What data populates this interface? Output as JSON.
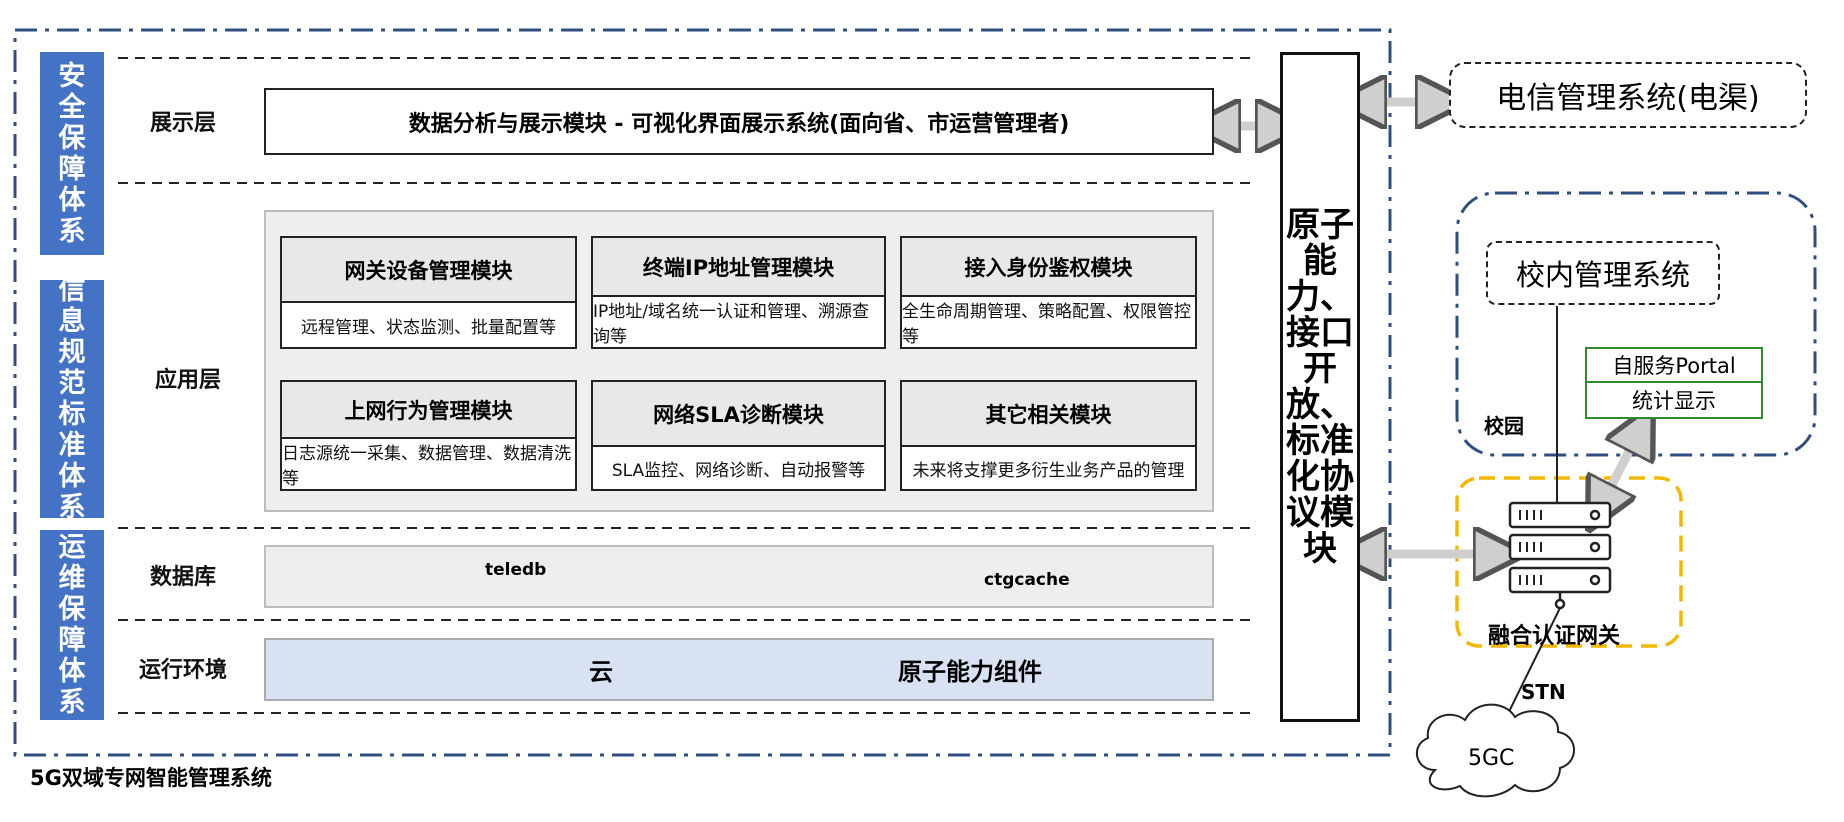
{
  "system_title": "5G双域专网智能管理系统",
  "side_bars": {
    "security": "安全保障体系",
    "standards": "信息规范标准体系",
    "ops": "运维保障体系"
  },
  "layers": {
    "presentation": "展示层",
    "application": "应用层",
    "database": "数据库",
    "runtime": "运行环境"
  },
  "presentation_module": "数据分析与展示模块 - 可视化界面展示系统(面向省、市运营管理者)",
  "app_modules": [
    {
      "title": "网关设备管理模块",
      "desc": "远程管理、状态监测、批量配置等"
    },
    {
      "title": "终端IP地址管理模块",
      "desc": "IP地址/域名统一认证和管理、溯源查询等"
    },
    {
      "title": "接入身份鉴权模块",
      "desc": "全生命周期管理、策略配置、权限管控等"
    },
    {
      "title": "上网行为管理模块",
      "desc": "日志源统一采集、数据管理、数据清洗等"
    },
    {
      "title": "网络SLA诊断模块",
      "desc": "SLA监控、网络诊断、自动报警等"
    },
    {
      "title": "其它相关模块",
      "desc": "未来将支撑更多衍生业务产品的管理"
    }
  ],
  "databases": {
    "db1": "teledb",
    "db2": "ctgcache"
  },
  "runtime": {
    "cloud": "云",
    "atomic": "原子能力组件"
  },
  "atomic_module": "原子能力、接口开放、标准化协议模块",
  "telecom_system": "电信管理系统(电渠)",
  "campus": {
    "label": "校园",
    "mgmt": "校内管理系统",
    "portal": "自服务Portal",
    "stats": "统计显示"
  },
  "gateway": "融合认证网关",
  "stn": "STN",
  "core": "5GC",
  "colors": {
    "bar": "#4472C4",
    "border_blue": "#2F4F7F",
    "gold": "#F2B800",
    "green": "#2e8b2e"
  }
}
